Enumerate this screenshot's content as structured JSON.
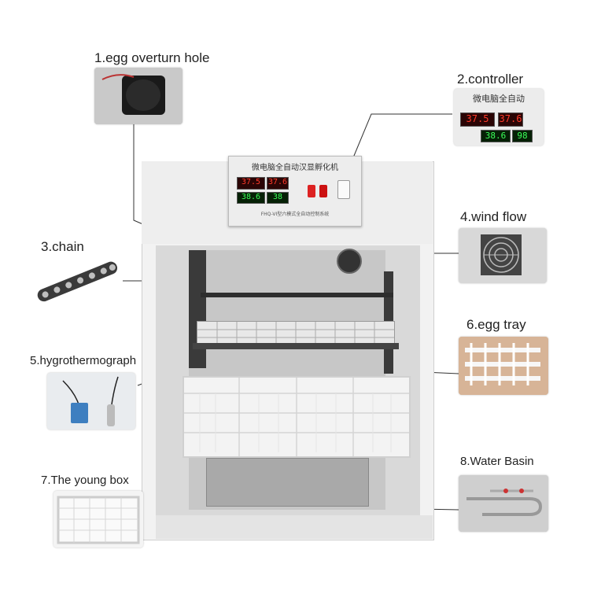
{
  "labels": {
    "egg_overturn_hole": "1.egg overturn hole",
    "controller": "2.controller",
    "chain": "3.chain",
    "wind_flow": "4.wind flow",
    "hygrothermograph": "5.hygrothermograph",
    "egg_tray": "6.egg tray",
    "young_box": "7.The young box",
    "water_basin": "8.Water Basin"
  },
  "control_panel": {
    "title": "微电脑全自动汉显孵化机",
    "model": "FHQ-VI型六模式全自动控制系统",
    "display_1": "37.5",
    "display_2": "37.6",
    "display_3": "38.6",
    "display_4": "38"
  },
  "controller_thumb": {
    "title": "微电脑全自动",
    "display_1": "37.5",
    "display_2": "37.6",
    "display_3": "38.6",
    "display_4": "98"
  },
  "colors": {
    "line": "#333333",
    "cabinet": "#f2f2f2",
    "led_red": "#ff3a2a",
    "led_green": "#3cff5a"
  }
}
